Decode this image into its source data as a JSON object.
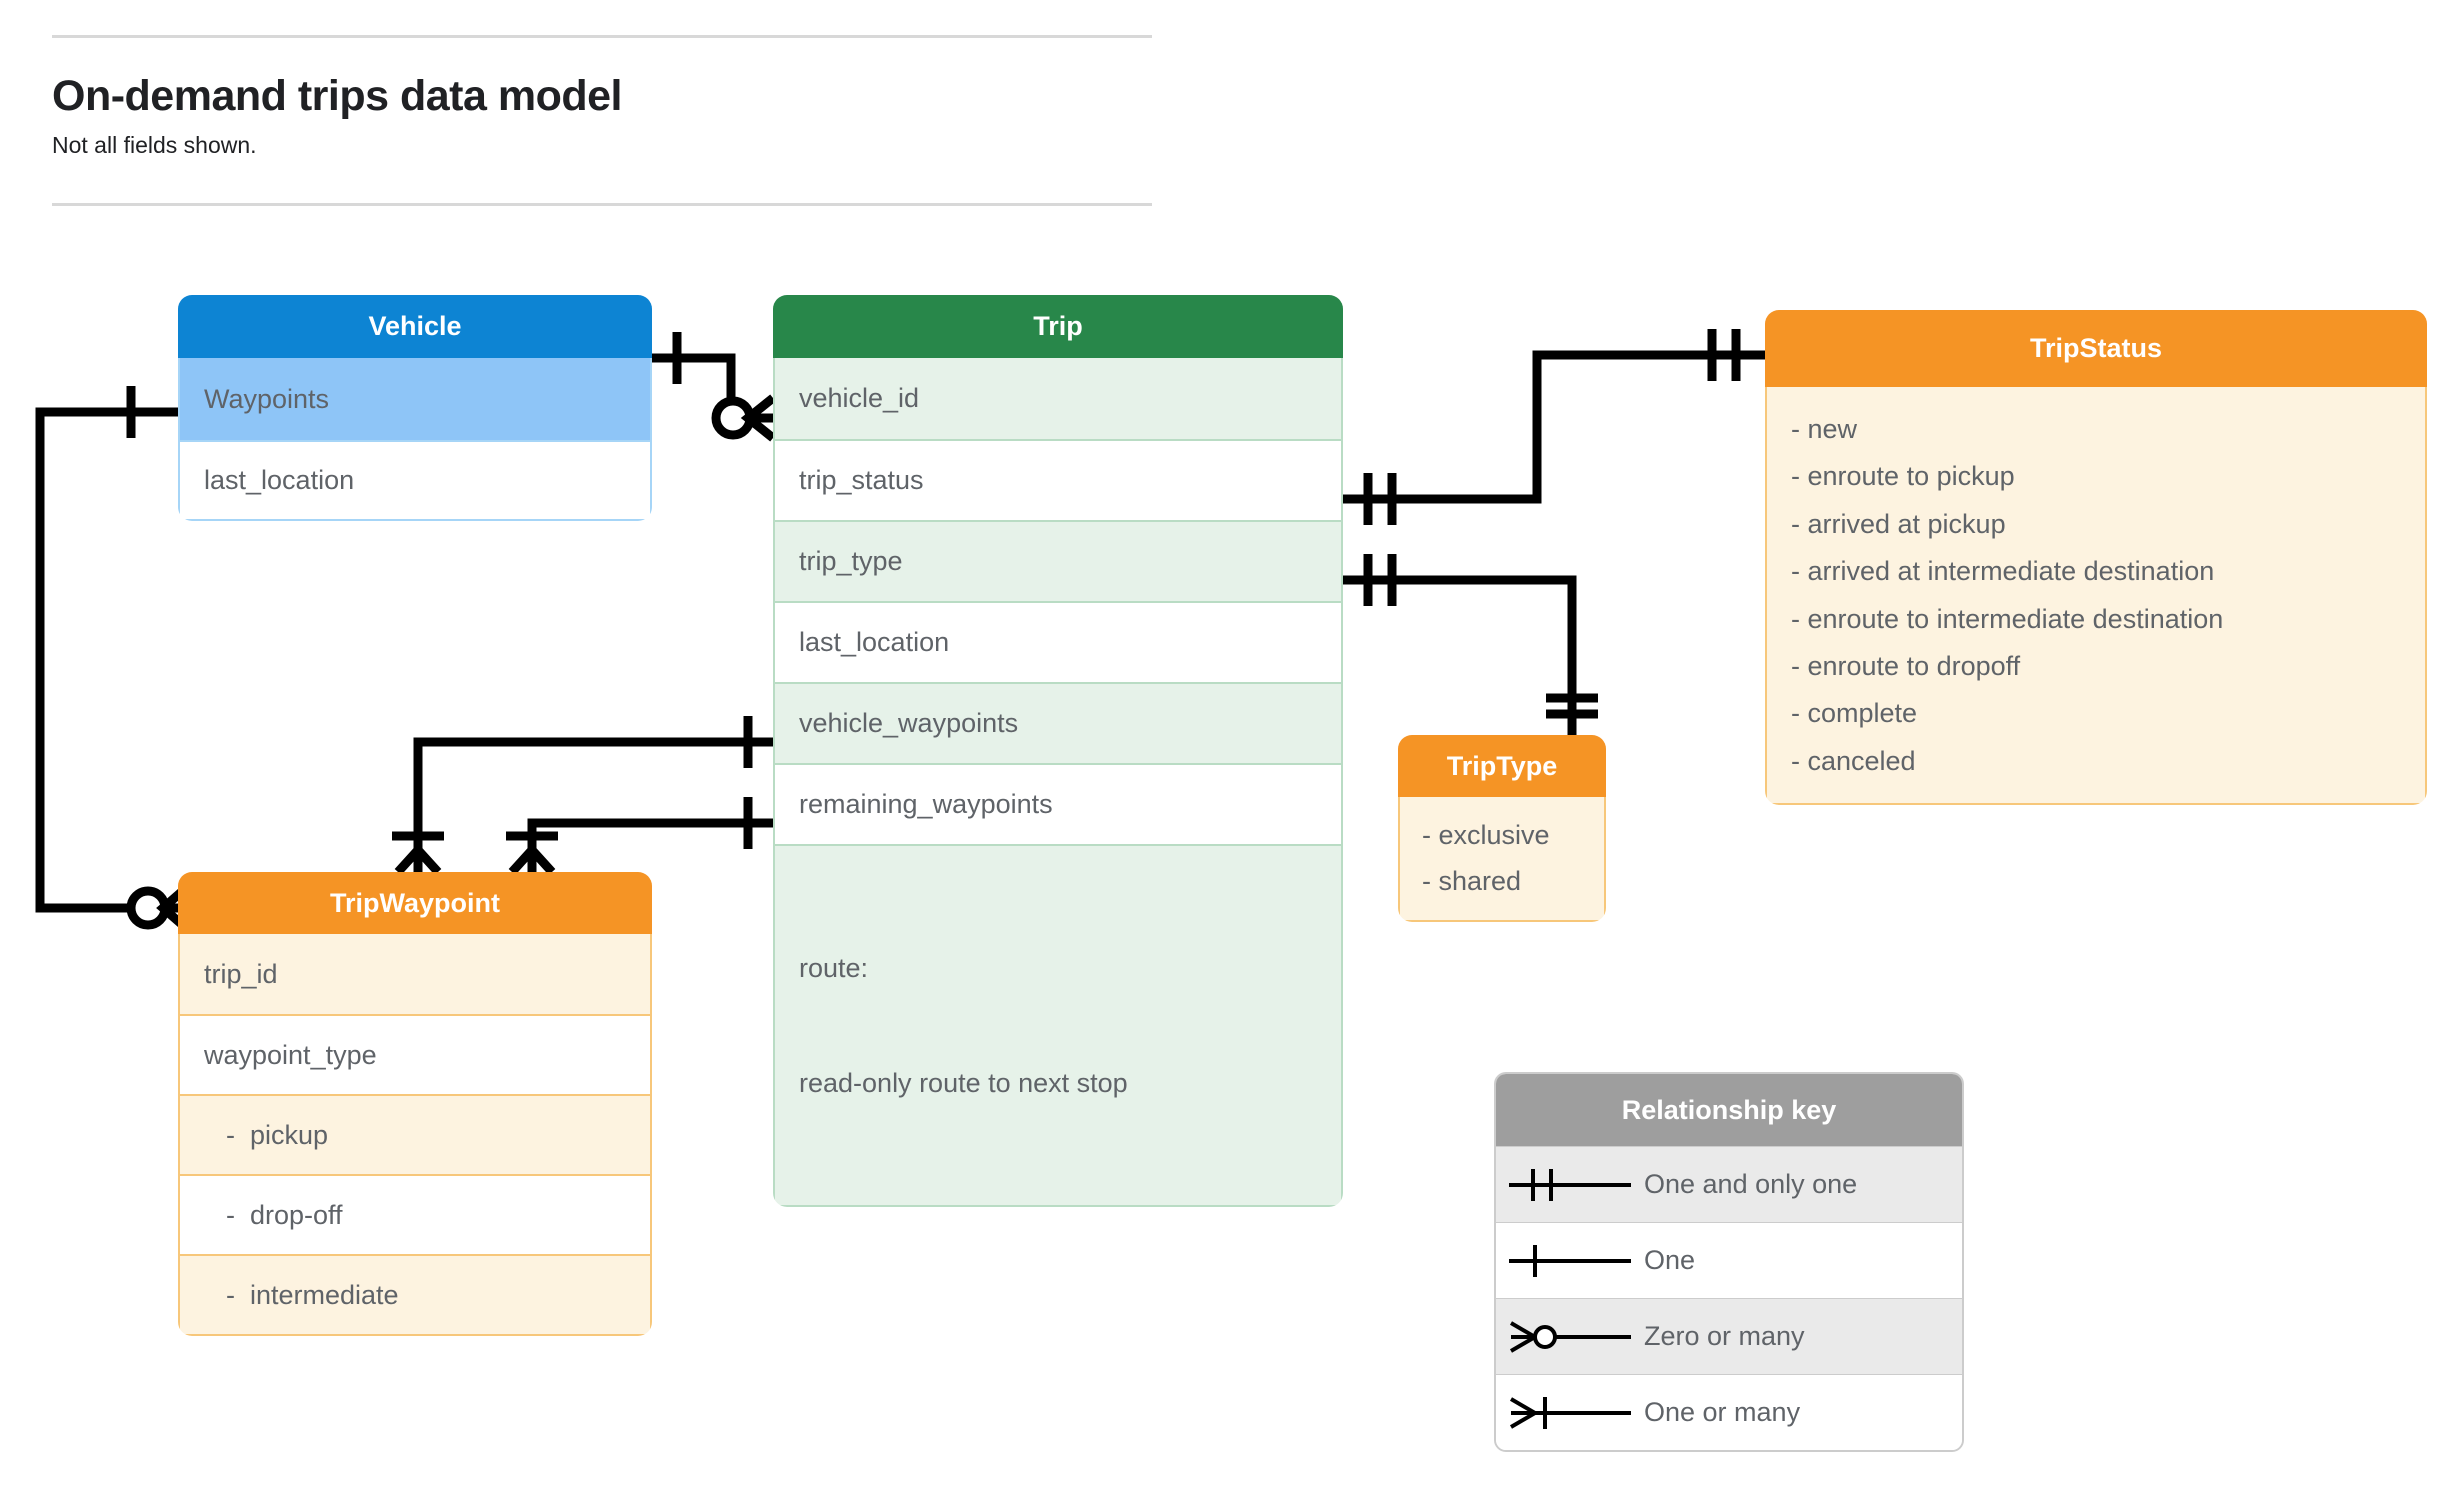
{
  "header": {
    "title": "On-demand trips data model",
    "subtitle": "Not all fields shown."
  },
  "entities": {
    "vehicle": {
      "name": "Vehicle",
      "header_color": "#0d84d3",
      "fields": [
        "Waypoints",
        "last_location"
      ]
    },
    "trip": {
      "name": "Trip",
      "header_color": "#28874a",
      "fields": [
        "vehicle_id",
        "trip_status",
        "trip_type",
        "last_location",
        "vehicle_waypoints",
        "remaining_waypoints"
      ],
      "route_line1": "route:",
      "route_line2": "read-only route to next stop"
    },
    "trip_status": {
      "name": "TripStatus",
      "header_color": "#f59425",
      "values": [
        "- new",
        "- enroute to pickup",
        "- arrived at pickup",
        "- arrived at intermediate destination",
        "- enroute to intermediate destination",
        "- enroute to dropoff",
        "- complete",
        "- canceled"
      ]
    },
    "trip_type": {
      "name": "TripType",
      "header_color": "#f59425",
      "values": [
        "- exclusive",
        "- shared"
      ]
    },
    "trip_waypoint": {
      "name": "TripWaypoint",
      "header_color": "#f59425",
      "fields": [
        "trip_id",
        "waypoint_type"
      ],
      "waypoint_types": [
        "-  pickup",
        "-  drop-off",
        "-  intermediate"
      ]
    }
  },
  "legend": {
    "title": "Relationship key",
    "rows": [
      {
        "label": "One and only one",
        "glyph": "one-and-only-one-icon"
      },
      {
        "label": "One",
        "glyph": "one-icon"
      },
      {
        "label": "Zero or many",
        "glyph": "zero-or-many-icon"
      },
      {
        "label": "One or many",
        "glyph": "one-or-many-icon"
      }
    ]
  },
  "relationships": [
    {
      "from": "Vehicle",
      "to": "Trip.vehicle_id",
      "from_card": "One",
      "to_card": "Zero or many"
    },
    {
      "from": "Vehicle.Waypoints",
      "to": "TripWaypoint",
      "from_card": "One",
      "to_card": "Zero or many"
    },
    {
      "from": "Trip.trip_status",
      "to": "TripStatus",
      "from_card": "One and only one",
      "to_card": "One and only one"
    },
    {
      "from": "Trip.trip_type",
      "to": "TripType",
      "from_card": "One and only one",
      "to_card": "One and only one"
    },
    {
      "from": "Trip.vehicle_waypoints",
      "to": "TripWaypoint",
      "from_card": "One",
      "to_card": "One or many"
    },
    {
      "from": "Trip.remaining_waypoints",
      "to": "TripWaypoint",
      "from_card": "One",
      "to_card": "One or many"
    }
  ]
}
